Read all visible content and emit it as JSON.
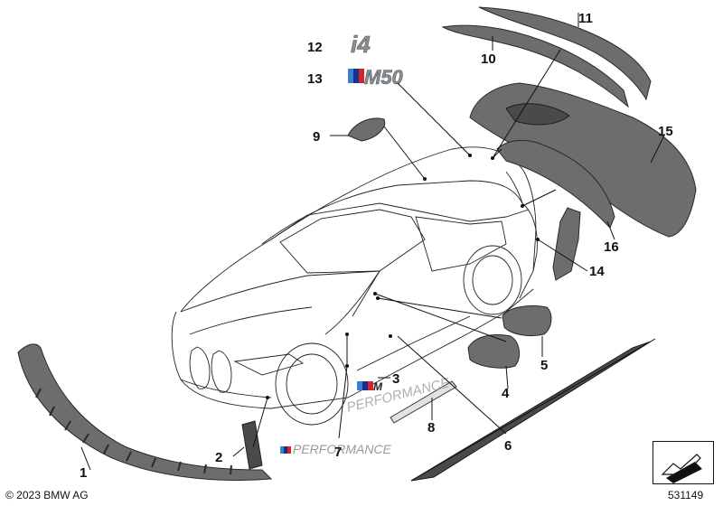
{
  "footer": {
    "copyright": "© 2023 BMW AG",
    "diagram_id": "531149"
  },
  "badges": {
    "model": "i4",
    "trim": "M50",
    "performance": "PERFORMANCE"
  },
  "callouts": {
    "p1": "1",
    "p2": "2",
    "p3": "3",
    "p4": "4",
    "p5": "5",
    "p6": "6",
    "p7": "7",
    "p8": "8",
    "p9": "9",
    "p10": "10",
    "p11": "11",
    "p12": "12",
    "p13": "13",
    "p14": "14",
    "p15": "15",
    "p16": "16"
  },
  "icons": {
    "nav": "page-arrow-icon"
  }
}
